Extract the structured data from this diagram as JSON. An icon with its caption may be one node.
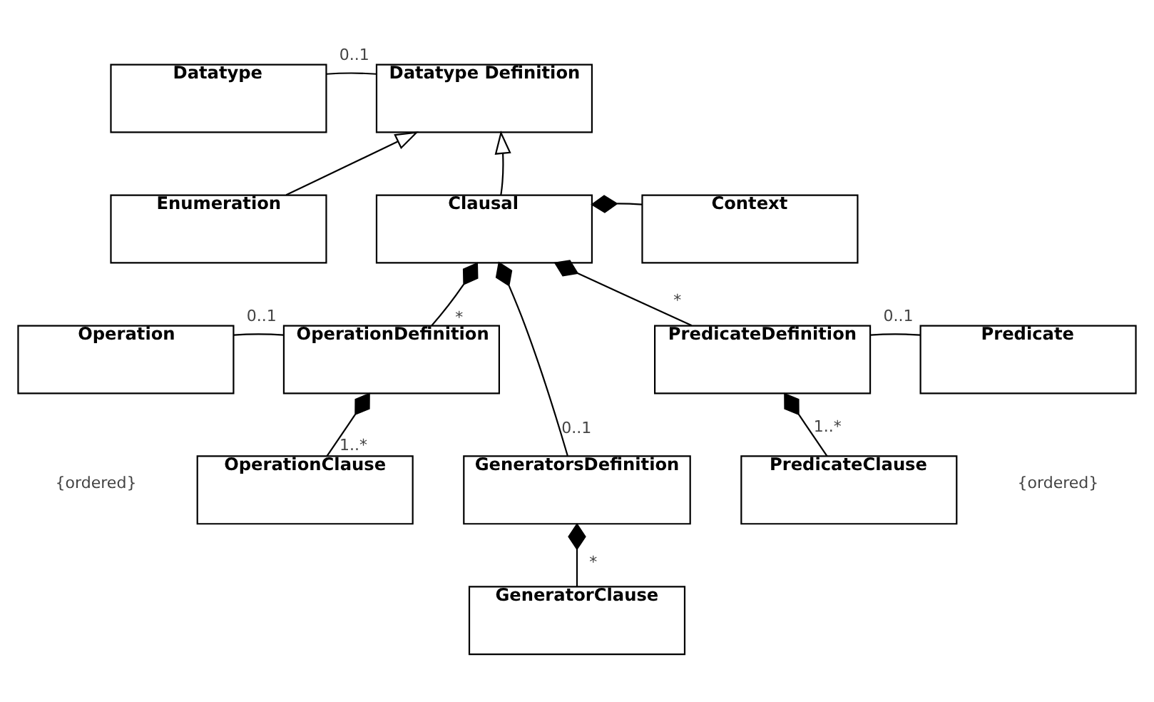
{
  "diagram": {
    "nodes": [
      {
        "text": [
          "Datatype"
        ]
      },
      {
        "text": [
          "Datatype Definition"
        ]
      },
      {
        "text": [
          "Enumeration"
        ]
      },
      {
        "text": [
          "Clausal"
        ]
      },
      {
        "text": [
          "Context"
        ]
      },
      {
        "text": [
          "Operation"
        ]
      },
      {
        "text": [
          "OperationDefinition"
        ]
      },
      {
        "text": [
          "PredicateDefinition"
        ]
      },
      {
        "text": [
          "Predicate"
        ]
      },
      {
        "text": [
          "GeneratorsDefinition"
        ]
      },
      {
        "text": [
          "OperationClause"
        ]
      },
      {
        "text": [
          "PredicateClause"
        ]
      },
      {
        "text": [
          "GeneratorClause"
        ]
      }
    ],
    "edges": [
      {
        "from": 0,
        "to": 1,
        "arrow": "none",
        "label": "0..1"
      },
      {
        "from": 2,
        "to": 1,
        "arrow": "to"
      },
      {
        "from": 3,
        "to": 1,
        "arrow": "to"
      },
      {
        "from": 3,
        "to": 4,
        "arrow": "other"
      },
      {
        "from": 3,
        "to": 6,
        "arrow": "other",
        "label": "*"
      },
      {
        "from": 3,
        "to": 7,
        "arrow": "other",
        "label": "*"
      },
      {
        "from": 3,
        "to": 9,
        "arrow": "other",
        "label": "0..1"
      },
      {
        "from": 5,
        "to": 6,
        "arrow": "none",
        "label": "0..1"
      },
      {
        "from": 7,
        "to": 8,
        "arrow": "none",
        "label": "0..1"
      },
      {
        "from": 6,
        "to": 10,
        "arrow": "other",
        "label": "1..*"
      },
      {
        "from": 7,
        "to": 11,
        "arrow": "other",
        "label": "1..*"
      },
      {
        "from": 9,
        "to": 12,
        "arrow": "other",
        "label": "*"
      }
    ],
    "labels": [
      "{ordered}",
      "{ordered}"
    ]
  }
}
